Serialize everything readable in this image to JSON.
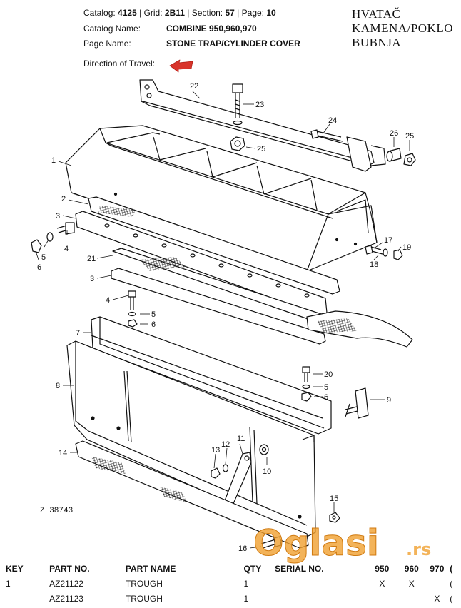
{
  "header": {
    "catalog_label": "Catalog:",
    "catalog_value": "4125",
    "grid_label": "Grid:",
    "grid_value": "2B11",
    "section_label": "Section:",
    "section_value": "57",
    "page_label": "Page:",
    "page_value": "10",
    "sep": "|",
    "catalog_name_label": "Catalog Name:",
    "catalog_name_value": "COMBINE 950,960,970",
    "page_name_label": "Page Name:",
    "page_name_value": "STONE TRAP/CYLINDER COVER",
    "direction_label": "Direction of Travel:"
  },
  "handwritten_note": [
    "HVATAČ",
    "KAMENA/POKLO",
    "BUBNJA"
  ],
  "diagram": {
    "drawing_code": "Z 38743",
    "callouts": [
      "22",
      "23",
      "24",
      "26",
      "25",
      "25",
      "1",
      "2",
      "3",
      "4",
      "5",
      "6",
      "17",
      "18",
      "19",
      "21",
      "3",
      "4",
      "5",
      "6",
      "7",
      "20",
      "5",
      "6",
      "8",
      "9",
      "11",
      "12",
      "13",
      "10",
      "14",
      "15",
      "16"
    ],
    "arrow_color": "#d9342b"
  },
  "watermark": {
    "text": "Oglasi",
    "suffix": ".rs",
    "color": "#f0a030"
  },
  "table": {
    "headers": [
      "KEY",
      "PART NO.",
      "PART NAME",
      "QTY",
      "SERIAL NO.",
      "950",
      "960",
      "970",
      "("
    ],
    "rows": [
      [
        "1",
        "AZ21122",
        "TROUGH",
        "1",
        "",
        "X",
        "X",
        "",
        "("
      ],
      [
        "",
        "AZ21123",
        "TROUGH",
        "1",
        "",
        "",
        "",
        "X",
        "("
      ]
    ]
  }
}
